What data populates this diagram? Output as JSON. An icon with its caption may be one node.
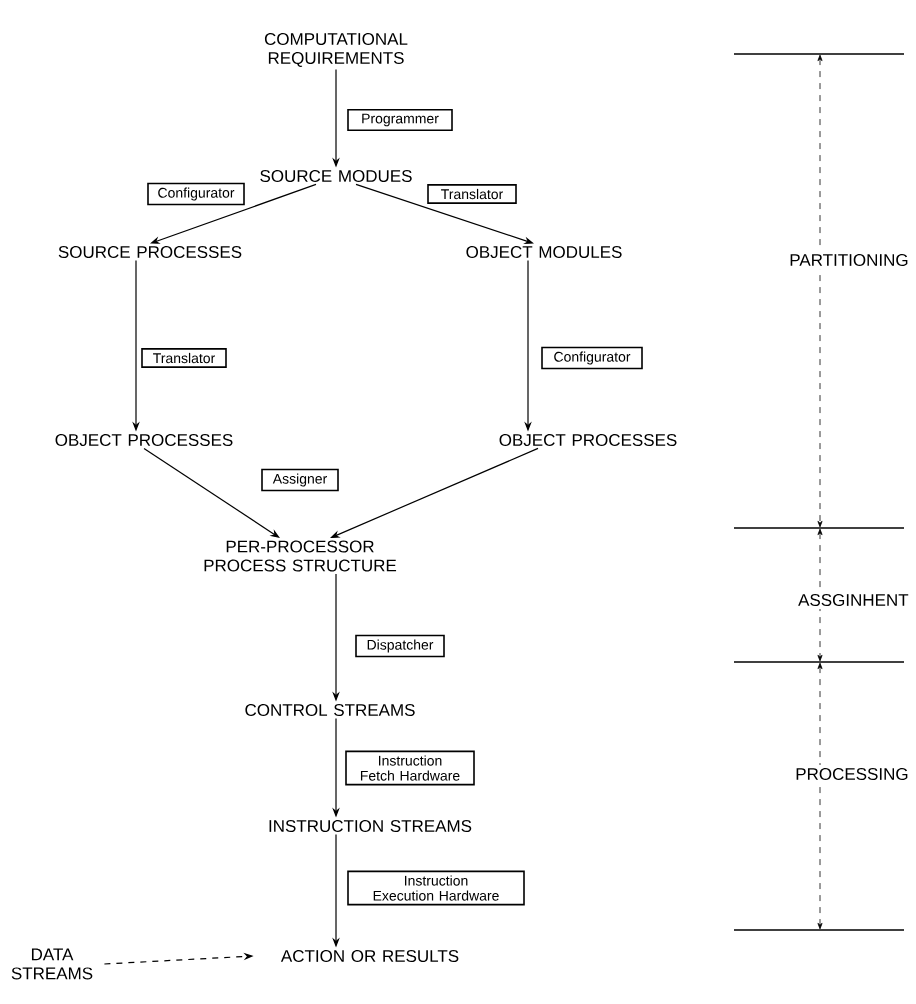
{
  "diagram": {
    "nodes": [
      {
        "text": [
          "COMPUTATIONAL REQUIREMENTS"
        ]
      },
      {
        "text": [
          "SOURCE MODUES"
        ]
      },
      {
        "text": [
          "SOURCE PROCESSES"
        ]
      },
      {
        "text": [
          "OBJECT MODULES"
        ]
      },
      {
        "text": [
          "OBJECT PROCESSES"
        ]
      },
      {
        "text": [
          "OBJECT PROCESSES"
        ]
      },
      {
        "text": [
          "PER-PROCESSOR PROCESS STRUCTURE"
        ]
      },
      {
        "text": [
          "CONTROL STREAMS"
        ]
      },
      {
        "text": [
          "INSTRUCTION STREAMS"
        ]
      },
      {
        "text": [
          "DATA STREAMS"
        ]
      },
      {
        "text": [
          "ACTION OR RESULTS"
        ]
      }
    ],
    "edges": [
      {
        "from": 0,
        "to": 1,
        "arrow": "to",
        "label": "Programmer"
      },
      {
        "from": 1,
        "to": 2,
        "arrow": "to",
        "label": "Configurator"
      },
      {
        "from": 1,
        "to": 3,
        "arrow": "to",
        "label": "Translator"
      },
      {
        "from": 2,
        "to": 4,
        "arrow": "to",
        "label": "Translator"
      },
      {
        "from": 3,
        "to": 5,
        "arrow": "to",
        "label": "Configurator"
      },
      {
        "from": 4,
        "to": 6,
        "arrow": "to",
        "label": "Assigner"
      },
      {
        "from": 5,
        "to": 6,
        "arrow": "to"
      },
      {
        "from": 6,
        "to": 7,
        "arrow": "to",
        "label": "Dispatcher"
      },
      {
        "from": 7,
        "to": 8,
        "arrow": "to",
        "label": "Instruction Fetch Hardware"
      },
      {
        "from": 8,
        "to": 10,
        "arrow": "to",
        "label": "Instruction Execution Hardware"
      },
      {
        "from": 9,
        "to": 10,
        "arrow": "to",
        "style": "dashed"
      }
    ],
    "labels": [
      "PARTITIONING",
      "ASSGINHENT",
      "PROCESSING"
    ]
  }
}
